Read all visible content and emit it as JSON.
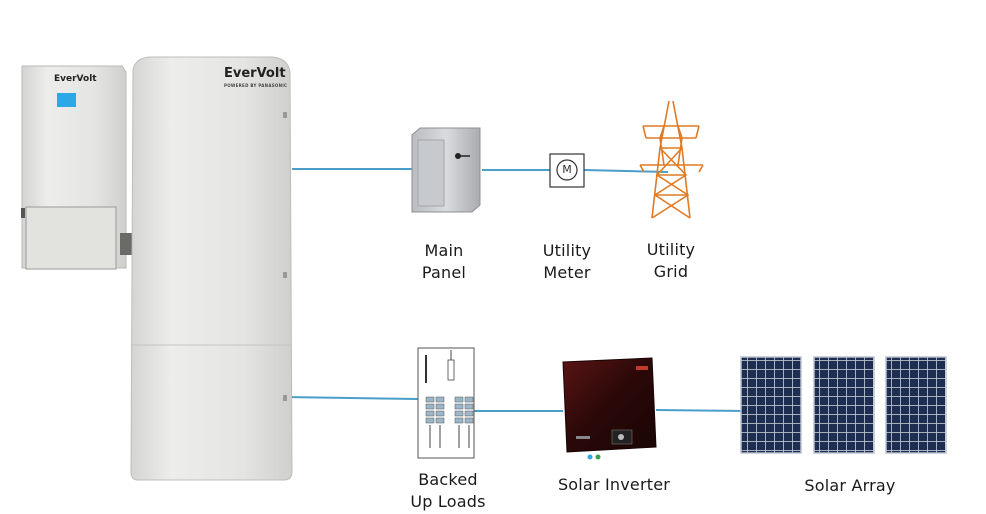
{
  "brand": {
    "name_small": "EverVolt",
    "name_large": "EverVolt",
    "tagline": "POWERED BY PANASONIC"
  },
  "labels": {
    "main_panel": [
      "Main",
      "Panel"
    ],
    "utility_meter": [
      "Utility",
      "Meter"
    ],
    "utility_grid": [
      "Utility",
      "Grid"
    ],
    "backed_up_loads": [
      "Backed",
      "Up Loads"
    ],
    "solar_inverter": "Solar Inverter",
    "solar_array": "Solar Array"
  },
  "meter_symbol": "M",
  "colors": {
    "connection_line": "#4a9fc9",
    "tower": "#e07b24",
    "battery_body": "#e6e6e4",
    "inverter_body": "#3a0d0d",
    "panel_cells": "#1c2a4a"
  }
}
